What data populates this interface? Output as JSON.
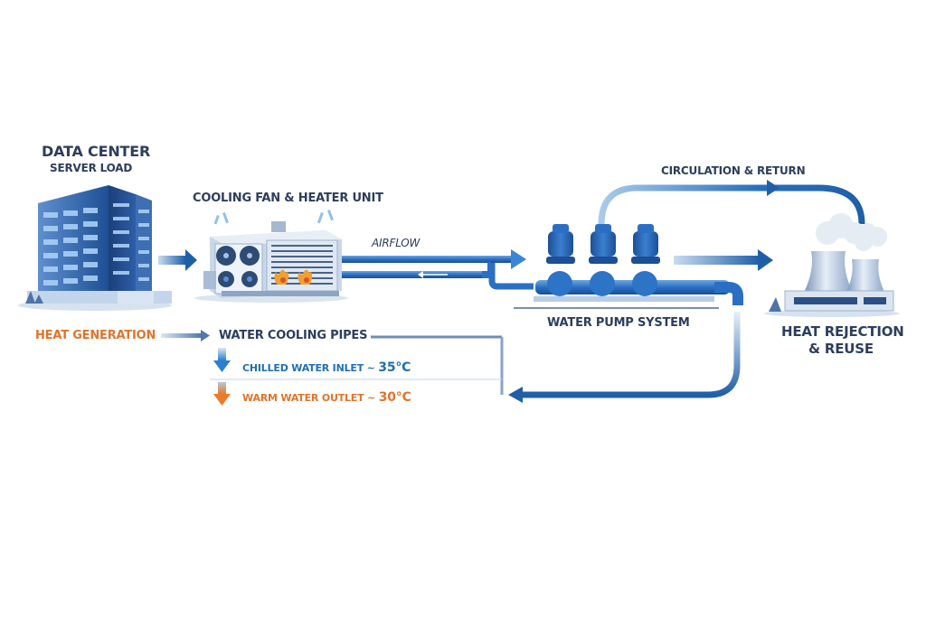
{
  "datacenter": {
    "title": "DATA CENTER",
    "subtitle": "SERVER LOAD"
  },
  "cooling_unit": {
    "title": "COOLING FAN & HEATER UNIT"
  },
  "airflow": {
    "label": "AIRFLOW"
  },
  "pump": {
    "label": "WATER PUMP SYSTEM"
  },
  "circulation": {
    "label": "CIRCULATION & RETURN"
  },
  "heat_rejection": {
    "line1": "HEAT REJECTION",
    "line2": "& REUSE"
  },
  "heat_generation": {
    "label": "HEAT GENERATION"
  },
  "pipes": {
    "label": "WATER COOLING PIPES"
  },
  "inlet": {
    "label": "CHILLED WATER INLET ~",
    "temp": "35°C"
  },
  "outlet": {
    "label": "WARM WATER OUTLET ~",
    "temp": "30°C"
  },
  "colors": {
    "accent_blue": "#1f6fb5",
    "dark_navy": "#2c3e5e",
    "heat_orange": "#e0742d",
    "light_blue": "#8fb8e0"
  }
}
